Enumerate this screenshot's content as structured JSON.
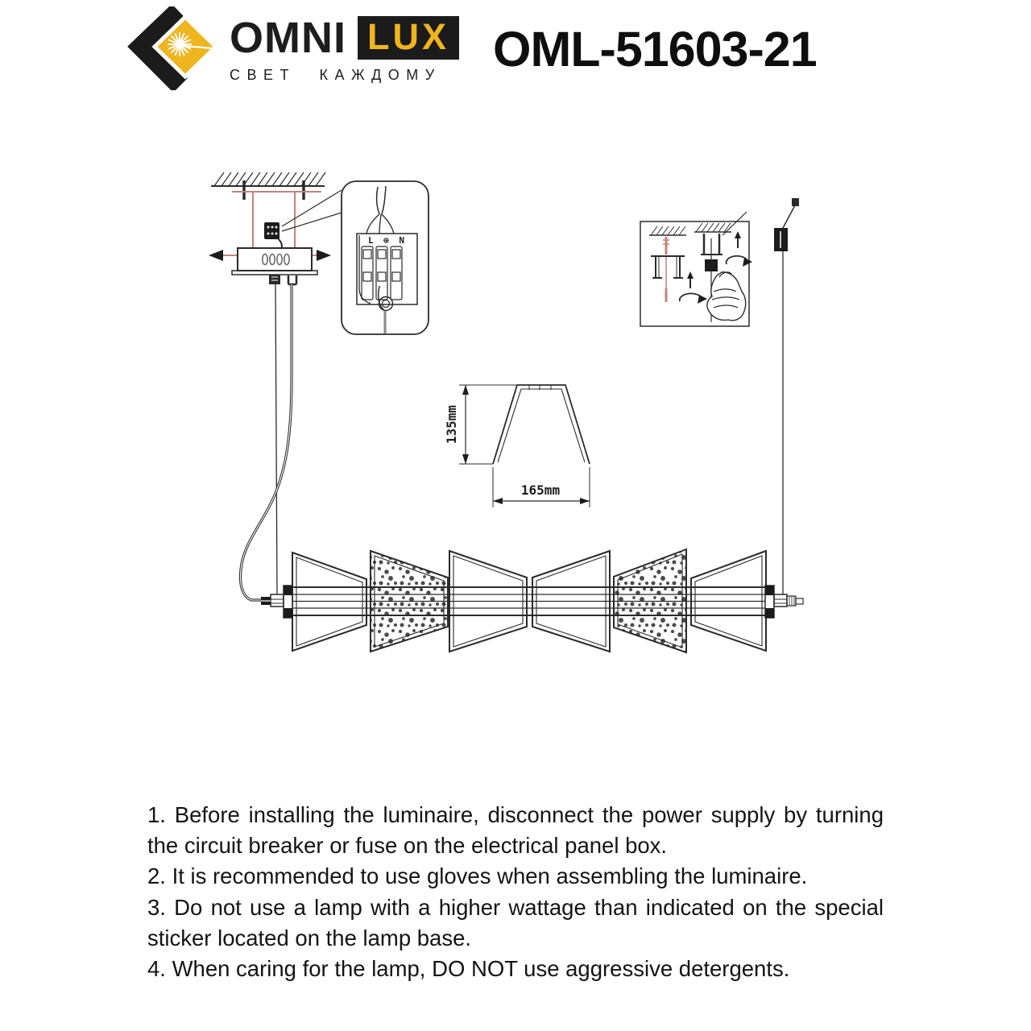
{
  "header": {
    "logo": {
      "brand": "OMNI",
      "brand_suffix": "LUX",
      "tagline": "СВЕТ КАЖДОМУ",
      "icon": "starburst-diamond-icon"
    },
    "model": "OML-51603-21"
  },
  "colors": {
    "brand_yellow": "#efb51e",
    "ink": "#2b2b2b",
    "bracket_red": "#c4837b",
    "paper": "#ffffff"
  },
  "diagrams": {
    "wiring_detail": {
      "terminal_label": "L ⊕ N"
    },
    "shade_dimensions": {
      "height_label": "135mm",
      "width_label": "165mm"
    }
  },
  "instructions": {
    "items": [
      "1. Before installing the luminaire, disconnect the power supply by turning the circuit breaker or fuse on the electrical panel box.",
      "2. It is recommended to use gloves when assembling the luminaire.",
      "3. Do not use a lamp with a higher wattage than indicated on the special sticker located on the lamp base.",
      "4. When caring for the lamp, DO NOT use aggressive detergents."
    ]
  }
}
